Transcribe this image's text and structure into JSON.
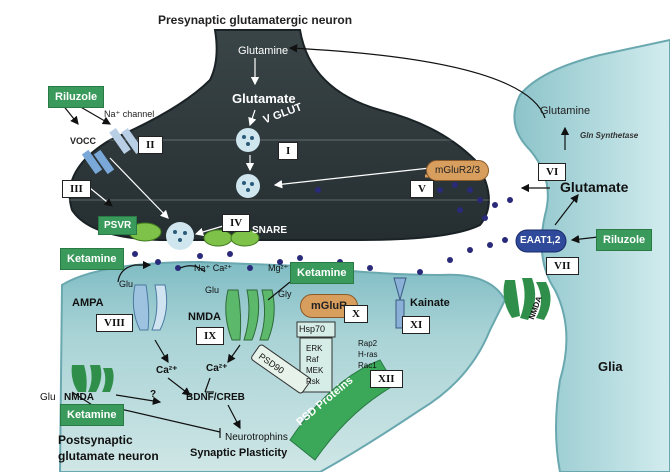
{
  "title": "Presynaptic glutamatergic neuron",
  "labels": {
    "glutamine_top": "Glutamine",
    "glutamate_pre": "Glutamate",
    "vglut": "V GLUT",
    "na_channel": "Na⁺ channel",
    "vocc": "VOCC",
    "psvr": "PSVR",
    "snare": "SNARE",
    "mglur23": "mGluR2/3",
    "glutamine_glia": "Glutamine",
    "gln_synthetase": "Gln Synthetase",
    "glutamate_glia": "Glutamate",
    "eaat": "EAAT1,2",
    "glia": "Glia",
    "nmda_glia": "NMDA",
    "na_ca": "Na⁺ Ca²⁺",
    "mg": "Mg²⁺",
    "glu_ampa": "Glu",
    "glu_nmda": "Glu",
    "gly": "Gly",
    "ampa": "AMPA",
    "nmda_post": "NMDA",
    "mglur": "mGluR",
    "kainate": "Kainate",
    "hsp70": "Hsp70",
    "erk_list": [
      "ERK",
      "Raf",
      "MEK",
      "Rsk"
    ],
    "rap_list": [
      "Rap2",
      "H-ras",
      "Rac1"
    ],
    "psd90": "PSD90",
    "ca_left": "Ca²⁺",
    "ca_mid": "Ca²⁺",
    "bdnf": "BDNF/CREB",
    "question": "?",
    "glu_bottom": "Glu",
    "nmda_bottom": "NMDA",
    "neurotrophins": "Neurotrophins",
    "psd_proteins": "PSD Proteins",
    "synaptic_plasticity": "Synaptic Plasticity",
    "postsynaptic": "Postsynaptic",
    "glutamate_neuron": "glutamate neuron"
  },
  "drugs": {
    "riluzole_left": "Riluzole",
    "riluzole_right": "Riluzole",
    "ketamine_top": "Ketamine",
    "ketamine_mid": "Ketamine",
    "ketamine_bottom": "Ketamine"
  },
  "sites": [
    "I",
    "II",
    "III",
    "IV",
    "V",
    "VI",
    "VII",
    "VIII",
    "IX",
    "X",
    "XI",
    "XII"
  ],
  "colors": {
    "presynaptic": "#2b3538",
    "postsynaptic": "#a9d3d6",
    "glia": "#b5dde0",
    "drug_box": "#3a9a5c",
    "receptor_green": "#2f8f4a",
    "receptor_blue": "#9ec3e0",
    "mglur_pill": "#d89e5e",
    "vesicle": "#cfe6ee",
    "dot": "#2a2a7a"
  }
}
